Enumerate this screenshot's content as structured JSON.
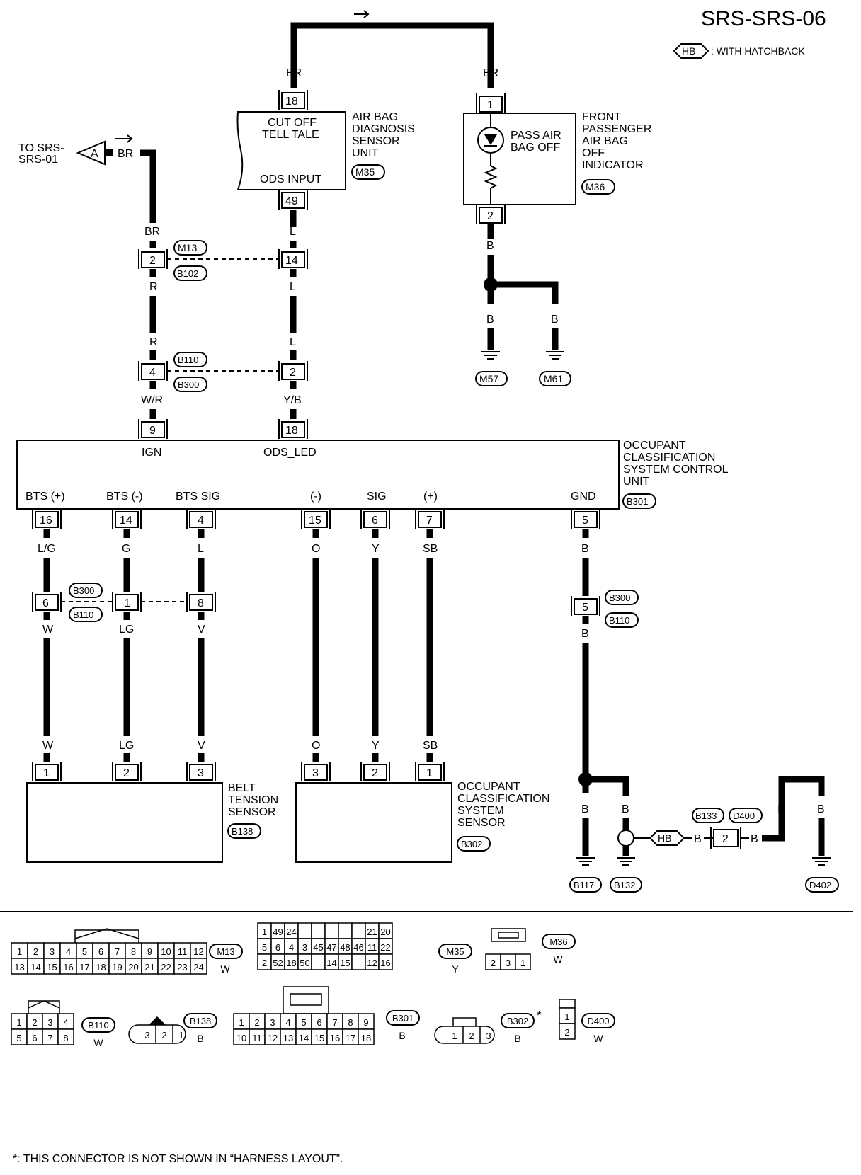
{
  "title": "SRS-SRS-06",
  "legend": {
    "tag": "HB",
    "text": ": WITH HATCHBACK"
  },
  "footnote": "*: THIS CONNECTOR IS NOT SHOWN IN “HARNESS LAYOUT”.",
  "offpage": {
    "letter": "A",
    "text": "TO SRS-\nSRS-01",
    "wire": "BR"
  },
  "components": {
    "airbag_unit": {
      "name": "AIR BAG\nDIAGNOSIS\nSENSOR\nUNIT",
      "connector": "M35",
      "pin_top": "18",
      "pin_bottom": "49",
      "label_top": "CUT OFF\nTELL TALE",
      "label_bottom": "ODS INPUT"
    },
    "pass_indicator": {
      "name": "FRONT\nPASSENGER\nAIR BAG\nOFF\nINDICATOR",
      "connector": "M36",
      "pin_top": "1",
      "pin_bottom": "2",
      "inner": "PASS AIR\nBAG OFF"
    },
    "ocs_unit": {
      "name": "OCCUPANT\nCLASSIFICATION\nSYSTEM CONTROL\nUNIT",
      "connector": "B301",
      "top_pins": [
        {
          "pin": "9",
          "label": "IGN"
        },
        {
          "pin": "18",
          "label": "ODS_LED"
        }
      ],
      "bottom_pins": [
        {
          "pin": "16",
          "label": "BTS (+)"
        },
        {
          "pin": "14",
          "label": "BTS (-)"
        },
        {
          "pin": "4",
          "label": "BTS SIG"
        },
        {
          "pin": "15",
          "label": "(-)"
        },
        {
          "pin": "6",
          "label": "SIG"
        },
        {
          "pin": "7",
          "label": "(+)"
        },
        {
          "pin": "5",
          "label": "GND"
        }
      ]
    },
    "belt_sensor": {
      "name": "BELT\nTENSION\nSENSOR",
      "connector": "B138",
      "pins": [
        "1",
        "2",
        "3"
      ]
    },
    "ocs_sensor": {
      "name": "OCCUPANT\nCLASSIFICATION\nSYSTEM\nSENSOR",
      "connector": "B302",
      "pins": [
        "3",
        "2",
        "1"
      ]
    }
  },
  "wires": {
    "top_left": "BR",
    "top_right": "BR",
    "br_drop": "BR",
    "m13_pin": "2",
    "m13_pin2": "14",
    "m13": "M13",
    "b102": "B102",
    "r1": "R",
    "r2": "R",
    "l1": "L",
    "l2": "L",
    "l3": "L",
    "b110_pin": "4",
    "b110_pin2": "2",
    "b110": "B110",
    "b300": "B300",
    "wr": "W/R",
    "yb": "Y/B",
    "pass_b1": "B",
    "pass_b2": "B",
    "pass_b3": "B",
    "ground_m57": "M57",
    "ground_m61": "M61",
    "bts_top": [
      "L/G",
      "G",
      "L"
    ],
    "bts_pins": [
      "6",
      "1",
      "8"
    ],
    "bts_bot": [
      "W",
      "LG",
      "V"
    ],
    "bts_bot2": [
      "W",
      "LG",
      "V"
    ],
    "ocs_wires": [
      "O",
      "Y",
      "SB"
    ],
    "ocs_wires2": [
      "O",
      "Y",
      "SB"
    ],
    "gnd_b1": "B",
    "gnd_pin": "5",
    "gnd_b2": "B",
    "gnd_b3": "B",
    "gnd_b4": "B",
    "gnd_b5": "B",
    "gnd_b6": "B",
    "gnd_b7": "B",
    "gnd_b8": "B",
    "hb": "HB",
    "b133_pin": "2",
    "b133": "B133",
    "d400": "D400",
    "ground_b117": "B117",
    "ground_b132": "B132",
    "ground_d402": "D402"
  },
  "connectors": {
    "m13": {
      "id": "M13",
      "color": "W",
      "row1": [
        "1",
        "2",
        "3",
        "4",
        "5",
        "6",
        "7",
        "8",
        "9",
        "10",
        "11",
        "12"
      ],
      "row2": [
        "13",
        "14",
        "15",
        "16",
        "17",
        "18",
        "19",
        "20",
        "21",
        "22",
        "23",
        "24"
      ]
    },
    "m35": {
      "id": "M35",
      "color": "Y",
      "row1": [
        "1",
        "49",
        "24",
        "",
        "",
        "",
        "",
        "",
        "21",
        "20"
      ],
      "row2": [
        "5",
        "6",
        "4",
        "3",
        "45",
        "47",
        "48",
        "46",
        "11",
        "22"
      ],
      "row2b": [
        "2",
        "52",
        "18",
        "50",
        "",
        "14",
        "15",
        "",
        "12",
        "16"
      ]
    },
    "m36": {
      "id": "M36",
      "color": "W",
      "row": [
        "2",
        "3",
        "1"
      ]
    },
    "b110": {
      "id": "B110",
      "color": "W",
      "row1": [
        "1",
        "2",
        "3",
        "4"
      ],
      "row2": [
        "5",
        "6",
        "7",
        "8"
      ]
    },
    "b138": {
      "id": "B138",
      "color": "B",
      "row": [
        "3",
        "2",
        "1"
      ]
    },
    "b301": {
      "id": "B301",
      "color": "B",
      "row1": [
        "1",
        "2",
        "3",
        "4",
        "5",
        "6",
        "7",
        "8",
        "9"
      ],
      "row2": [
        "10",
        "11",
        "12",
        "13",
        "14",
        "15",
        "16",
        "17",
        "18"
      ]
    },
    "b302": {
      "id": "B302",
      "color": "B",
      "row": [
        "1",
        "2",
        "3"
      ],
      "star": "*"
    },
    "d400": {
      "id": "D400",
      "color": "W",
      "col": [
        "1",
        "2"
      ]
    }
  }
}
